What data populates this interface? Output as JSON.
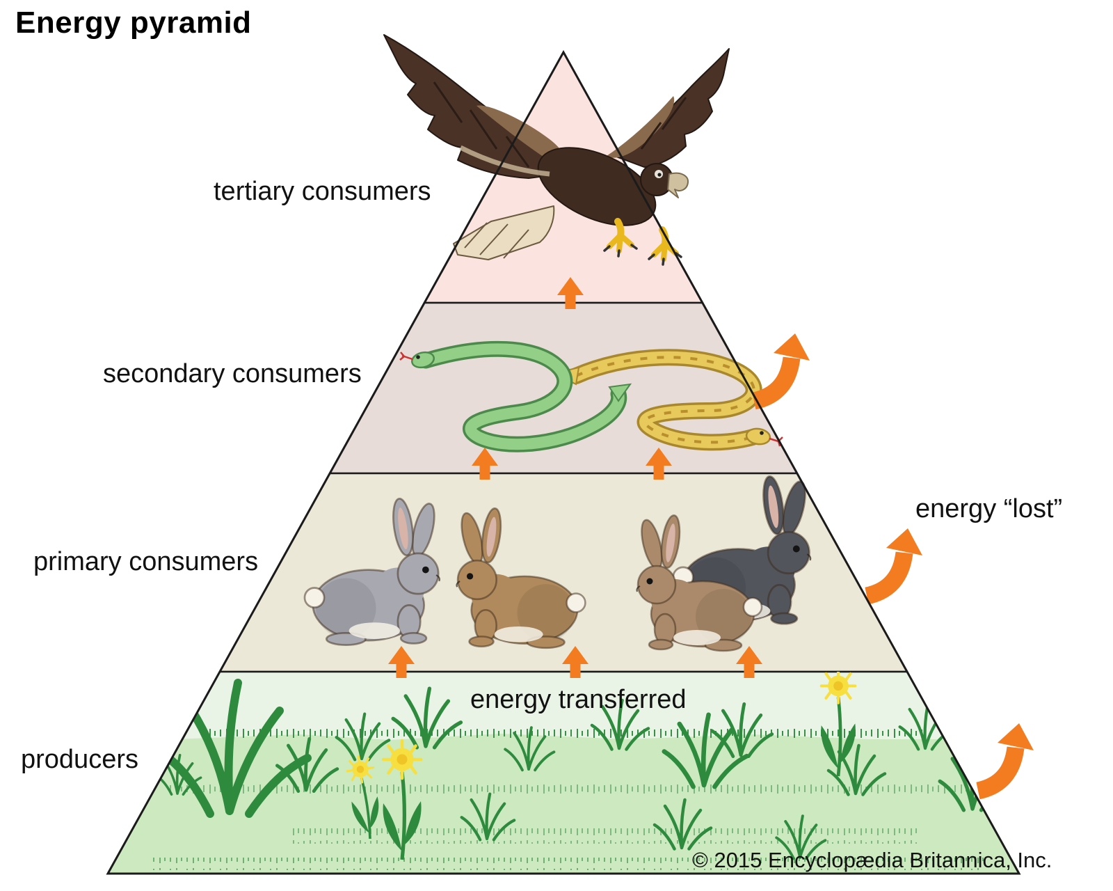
{
  "title": "Energy pyramid",
  "diagram": {
    "type": "energy pyramid",
    "levels": [
      {
        "id": "tertiary",
        "label": "tertiary consumers",
        "organisms": [
          "eagle"
        ],
        "band_color": "#fbe3df"
      },
      {
        "id": "secondary",
        "label": "secondary consumers",
        "organisms": [
          "green snake",
          "yellow snake"
        ],
        "band_color": "#e7dcd7"
      },
      {
        "id": "primary",
        "label": "primary consumers",
        "organisms": [
          "gray rabbit",
          "brown hare",
          "tan rabbit",
          "dark gray rabbit"
        ],
        "band_color": "#ece8d7"
      },
      {
        "id": "producers",
        "label": "producers",
        "organisms": [
          "grasses",
          "dandelions"
        ],
        "band_color": "#e9f4e6"
      }
    ],
    "annotations": {
      "energy_transferred": "energy transferred",
      "energy_lost": "energy “lost”"
    },
    "arrow_color": "#f47c20",
    "grass_color": "#cde9c0"
  },
  "credit": "© 2015 Encyclopædia Britannica, Inc."
}
